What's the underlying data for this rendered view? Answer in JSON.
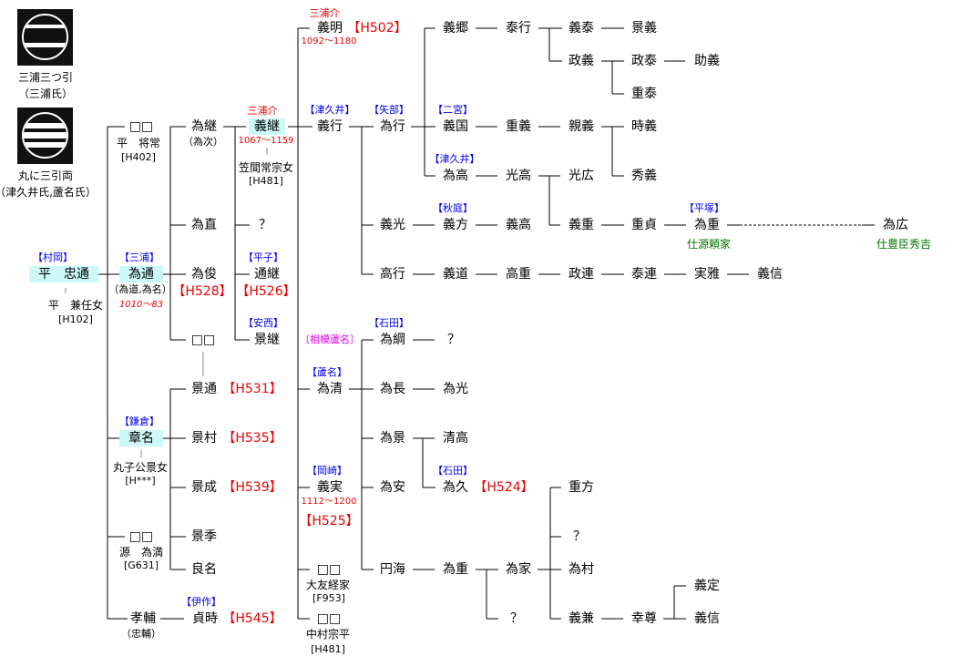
{
  "crests": [
    {
      "caption1": "三浦三つ引",
      "caption2": "（三浦氏）"
    },
    {
      "caption1": "丸に三引両",
      "caption2": "（津久井氏,蘆名氏）"
    }
  ],
  "left": {
    "tadamichi": {
      "clan": "【村岡】",
      "name": "平　忠通",
      "wife": "平　兼任女",
      "ref": "[H102]"
    },
    "masatsune": {
      "name": "□□",
      "sub": "平　将常",
      "ref": "[H402]"
    },
    "tamemichi": {
      "clan": "【三浦】",
      "name": "為通",
      "alias": "（為道,為名）",
      "years": "1010～83"
    },
    "akina": {
      "clan": "【鎌倉】",
      "name": "章名",
      "wife": "丸子公景女",
      "ref": "[H***]"
    },
    "tamemitsu": {
      "name": "□□",
      "sub": "源　為満",
      "ref": "[G631]"
    },
    "takasuke": {
      "name": "孝輔",
      "alias": "（忠輔）"
    }
  },
  "gen3": {
    "tametsugu": {
      "name": "為継",
      "alias": "（為次）"
    },
    "tamenao": {
      "name": "為直"
    },
    "tametoshi": {
      "name": "為俊",
      "ref": "【H528】"
    },
    "unknown": {
      "name": "□□"
    },
    "kagemichi": {
      "name": "景通",
      "ref": "【H531】"
    },
    "kagemura": {
      "name": "景村",
      "ref": "【H535】"
    },
    "kagenari": {
      "name": "景成",
      "ref": "【H539】"
    },
    "kagesue": {
      "name": "景季"
    },
    "yoshina": {
      "name": "良名"
    },
    "sadatoki": {
      "clan": "【伊作】",
      "name": "貞時",
      "ref": "【H545】"
    }
  },
  "gen4": {
    "yoshitsugu": {
      "title": "三浦介",
      "name": "義継",
      "years": "1067～1159",
      "wife": "笠間常宗女",
      "ref": "[H481]"
    },
    "q": {
      "name": "？"
    },
    "michitsugu": {
      "clan": "【平子】",
      "name": "通継",
      "ref": "【H526】"
    },
    "kagetsugu": {
      "clan": "【安西】",
      "name": "景継"
    }
  },
  "gen5": {
    "yoshiaki": {
      "title": "三浦介",
      "name": "義明",
      "ref": "【H502】",
      "years": "1092～1180"
    },
    "yoshiyuki": {
      "clan": "【津久井】",
      "name": "義行"
    },
    "ashina_label": "〔相模蘆名〕",
    "tamekiyo": {
      "clan": "【蘆名】",
      "name": "為清"
    },
    "yoshizane": {
      "clan": "【岡崎】",
      "name": "義実",
      "years": "1112～1200",
      "ref": "【H525】"
    },
    "otomo": {
      "name": "□□",
      "sub": "大友経家",
      "ref": "[F953]"
    },
    "nakamura": {
      "name": "□□",
      "sub": "中村宗平",
      "ref": "[H481]"
    }
  },
  "upper": {
    "tameyuki": {
      "clan": "【矢部】",
      "name": "為行"
    },
    "yoshimitsu": "義光",
    "takayuki": "高行",
    "yoshisato": "義郷",
    "yasuyuki": "泰行",
    "yoshiyasu": "義泰",
    "kageyoshi": "景義",
    "masayoshi": "政義",
    "masayasu": "政泰",
    "sukeyoshi": "助義",
    "shigeyasu": "重泰",
    "yoshikuni": {
      "clan": "【二宮】",
      "name": "義国"
    },
    "shigeyoshi": "重義",
    "chikayoshi": "親義",
    "tokiyoshi": "時義",
    "tametaka": {
      "clan": "【津久井】",
      "name": "為高"
    },
    "mitsutaka": "光高",
    "mitsuhiro": "光広",
    "hideyoshi": "秀義",
    "yoshikata": {
      "clan": "【秋庭】",
      "name": "義方"
    },
    "yoshitaka": "義高",
    "yoshishige": "義重",
    "shigesada": "重貞",
    "tameshige": {
      "clan": "【平塚】",
      "name": "為重",
      "note": "仕源頼家"
    },
    "tamehiro": {
      "name": "為広",
      "note": "仕豊臣秀吉"
    },
    "yoshimichi": "義道",
    "takashige": "高重",
    "masatsura": "政連",
    "yasutsura": "泰連",
    "sanemasa": "実雅",
    "yoshinobu": "義信"
  },
  "lower": {
    "tametsuna": {
      "clan": "【石田】",
      "name": "為綱"
    },
    "q1": "？",
    "tamenaga": "為長",
    "tamemitsu": "為光",
    "tamekage": "為景",
    "kiyotaka": "清高",
    "tameyasu": "為安",
    "tamehisa": {
      "clan": "【石田】",
      "name": "為久",
      "ref": "【H524】"
    },
    "enkai": "円海",
    "tameshige": "為重",
    "tameie": "為家",
    "q2": "？",
    "shigekata": "重方",
    "q3": "？",
    "tamemura": "為村",
    "yoshikane": "義兼",
    "kouson": "幸尊",
    "yoshisada": "義定",
    "yoshinobu": "義信"
  }
}
